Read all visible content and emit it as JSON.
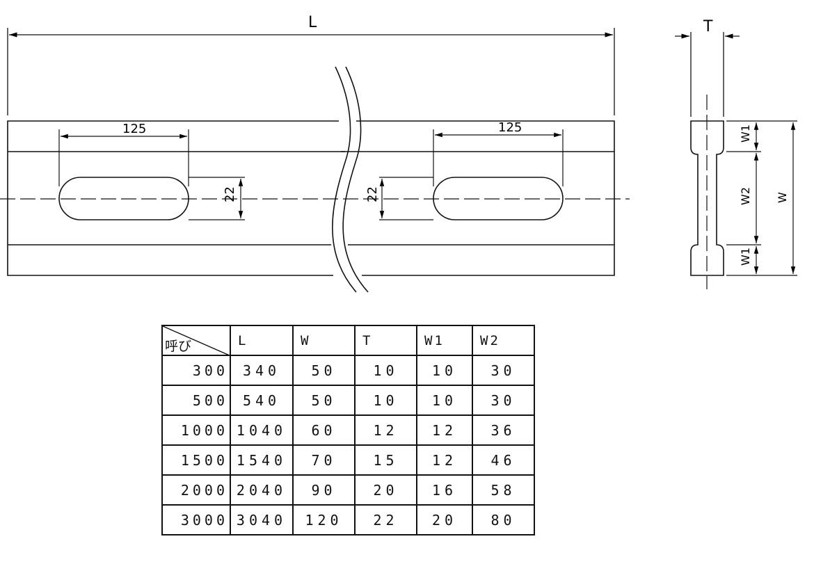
{
  "drawing": {
    "dim_L": "L",
    "dim_T": "T",
    "dim_W": "W",
    "dim_W1_top": "W1",
    "dim_W2": "W2",
    "dim_W1_bottom": "W1",
    "slot_left_length": "125",
    "slot_right_length": "125",
    "slot_left_width": "22",
    "slot_right_width": "22"
  },
  "table": {
    "corner_label": "呼び",
    "headers": [
      "L",
      "W",
      "T",
      "W1",
      "W2"
    ],
    "rows": [
      {
        "name": "300",
        "L": "340",
        "W": "50",
        "T": "10",
        "W1": "10",
        "W2": "30"
      },
      {
        "name": "500",
        "L": "540",
        "W": "50",
        "T": "10",
        "W1": "10",
        "W2": "30"
      },
      {
        "name": "1000",
        "L": "1040",
        "W": "60",
        "T": "12",
        "W1": "12",
        "W2": "36"
      },
      {
        "name": "1500",
        "L": "1540",
        "W": "70",
        "T": "15",
        "W1": "12",
        "W2": "46"
      },
      {
        "name": "2000",
        "L": "2040",
        "W": "90",
        "T": "20",
        "W1": "16",
        "W2": "58"
      },
      {
        "name": "3000",
        "L": "3040",
        "W": "120",
        "T": "22",
        "W1": "20",
        "W2": "80"
      }
    ]
  }
}
